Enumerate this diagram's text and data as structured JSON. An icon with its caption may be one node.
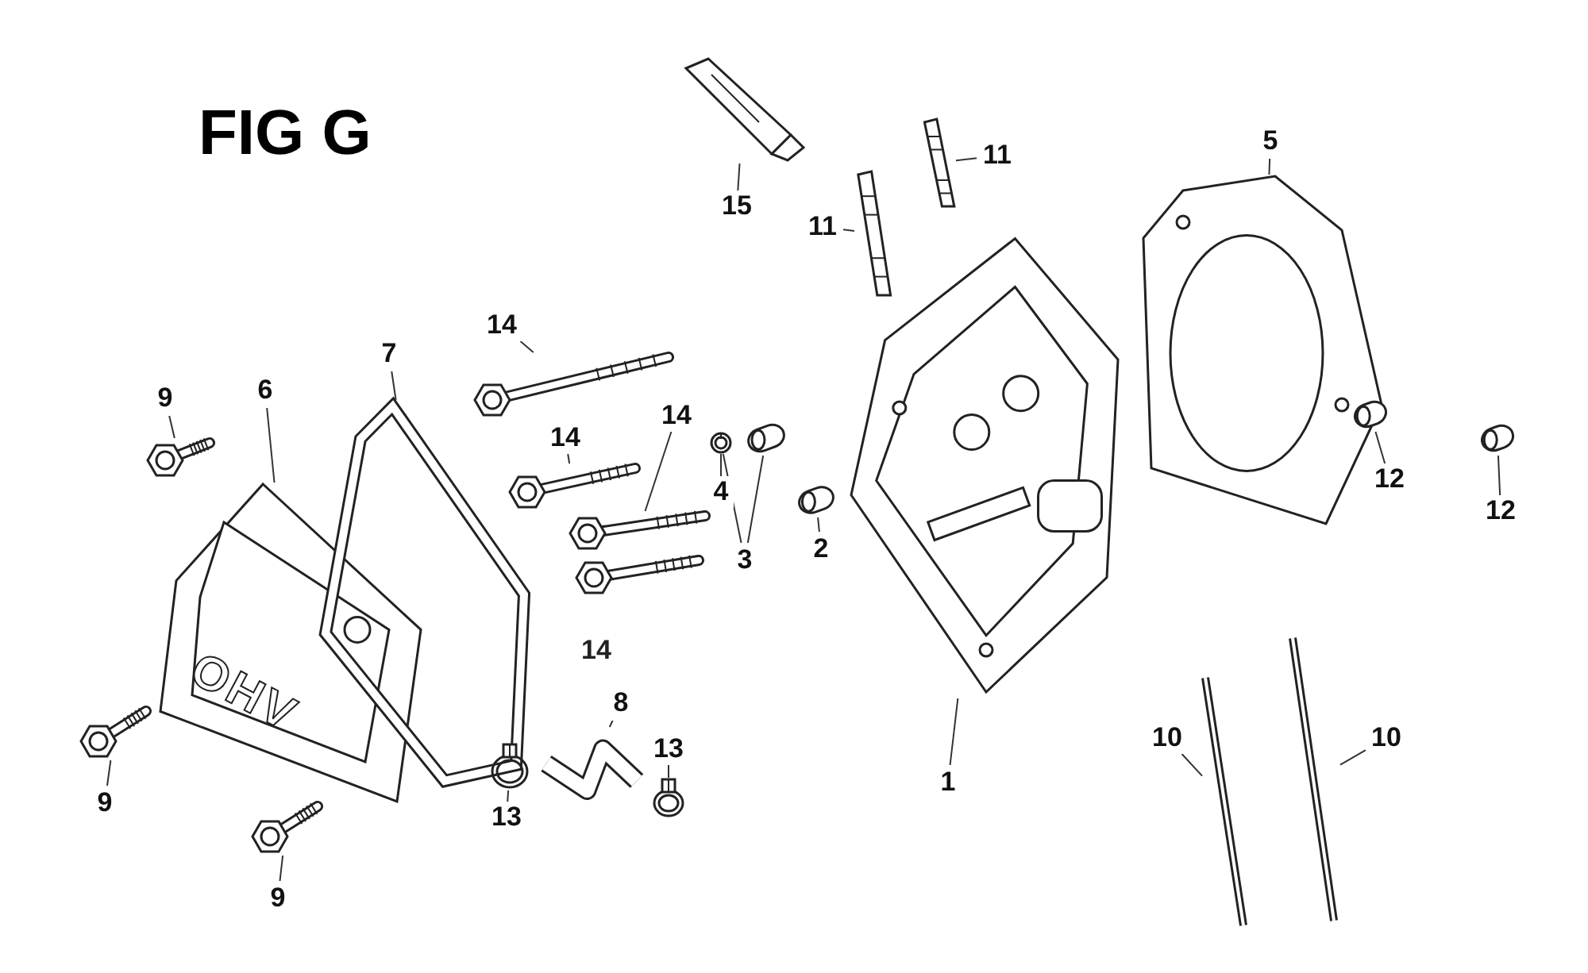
{
  "diagram": {
    "title": "FIG G",
    "nodes": [
      {
        "text": [
          "15"
        ]
      },
      {
        "text": [],
        "shape": "picture"
      },
      {
        "text": [
          "11"
        ]
      },
      {
        "text": [],
        "shape": "picture"
      },
      {
        "text": [
          "11"
        ]
      },
      {
        "text": [],
        "shape": "picture"
      },
      {
        "text": [
          "5"
        ]
      },
      {
        "text": [],
        "shape": "picture"
      },
      {
        "text": [
          "14"
        ]
      },
      {
        "text": [],
        "shape": "picture"
      },
      {
        "text": [
          "9"
        ]
      },
      {
        "text": [],
        "shape": "picture"
      },
      {
        "text": [
          "6"
        ]
      },
      {
        "text": [],
        "shape": "picture"
      },
      {
        "text": [
          "7"
        ]
      },
      {
        "text": [],
        "shape": "picture"
      },
      {
        "text": [
          "14"
        ]
      },
      {
        "text": [],
        "shape": "picture"
      },
      {
        "text": [
          "14"
        ]
      },
      {
        "text": [],
        "shape": "picture"
      },
      {
        "text": [
          "4"
        ]
      },
      {
        "text": [],
        "shape": "picture"
      },
      {
        "text": [
          "3"
        ]
      },
      {
        "text": [],
        "shape": "picture"
      },
      {
        "text": [
          "2"
        ]
      },
      {
        "text": [],
        "shape": "picture"
      },
      {
        "text": [
          "12"
        ]
      },
      {
        "text": [],
        "shape": "picture"
      },
      {
        "text": [
          "12"
        ]
      },
      {
        "text": [],
        "shape": "picture"
      },
      {
        "text": [
          "1"
        ]
      },
      {
        "text": [],
        "shape": "picture"
      },
      {
        "text": [
          "10"
        ]
      },
      {
        "text": [],
        "shape": "picture"
      },
      {
        "text": [
          "10"
        ]
      },
      {
        "text": [],
        "shape": "picture"
      },
      {
        "text": [
          "9"
        ]
      },
      {
        "text": [],
        "shape": "picture"
      },
      {
        "text": [
          "9"
        ]
      },
      {
        "text": [],
        "shape": "picture"
      },
      {
        "text": [
          "13"
        ]
      },
      {
        "text": [],
        "shape": "picture"
      },
      {
        "text": [
          "8"
        ]
      },
      {
        "text": [],
        "shape": "picture"
      },
      {
        "text": [
          "13"
        ]
      },
      {
        "text": [],
        "shape": "picture"
      }
    ],
    "edges": [
      {
        "from": 0,
        "to": 1,
        "arrow": "none"
      },
      {
        "from": 2,
        "to": 3,
        "arrow": "none"
      },
      {
        "from": 4,
        "to": 5,
        "arrow": "none"
      },
      {
        "from": 6,
        "to": 7,
        "arrow": "none"
      },
      {
        "from": 8,
        "to": 9,
        "arrow": "none"
      },
      {
        "from": 10,
        "to": 11,
        "arrow": "none"
      },
      {
        "from": 12,
        "to": 13,
        "arrow": "none"
      },
      {
        "from": 14,
        "to": 15,
        "arrow": "none"
      },
      {
        "from": 16,
        "to": 17,
        "arrow": "none"
      },
      {
        "from": 18,
        "to": 19,
        "arrow": "none"
      },
      {
        "from": 20,
        "to": 21,
        "arrow": "none"
      },
      {
        "from": 22,
        "to": 21,
        "arrow": "none"
      },
      {
        "from": 22,
        "to": 23,
        "arrow": "none"
      },
      {
        "from": 24,
        "to": 25,
        "arrow": "none"
      },
      {
        "from": 26,
        "to": 27,
        "arrow": "none"
      },
      {
        "from": 28,
        "to": 29,
        "arrow": "none"
      },
      {
        "from": 30,
        "to": 31,
        "arrow": "none"
      },
      {
        "from": 32,
        "to": 33,
        "arrow": "none"
      },
      {
        "from": 34,
        "to": 35,
        "arrow": "none"
      },
      {
        "from": 36,
        "to": 37,
        "arrow": "none"
      },
      {
        "from": 38,
        "to": 39,
        "arrow": "none"
      },
      {
        "from": 40,
        "to": 41,
        "arrow": "none"
      },
      {
        "from": 42,
        "to": 43,
        "arrow": "none"
      },
      {
        "from": 44,
        "to": 45,
        "arrow": "none"
      }
    ],
    "labels": [
      "OHV",
      "14"
    ]
  }
}
